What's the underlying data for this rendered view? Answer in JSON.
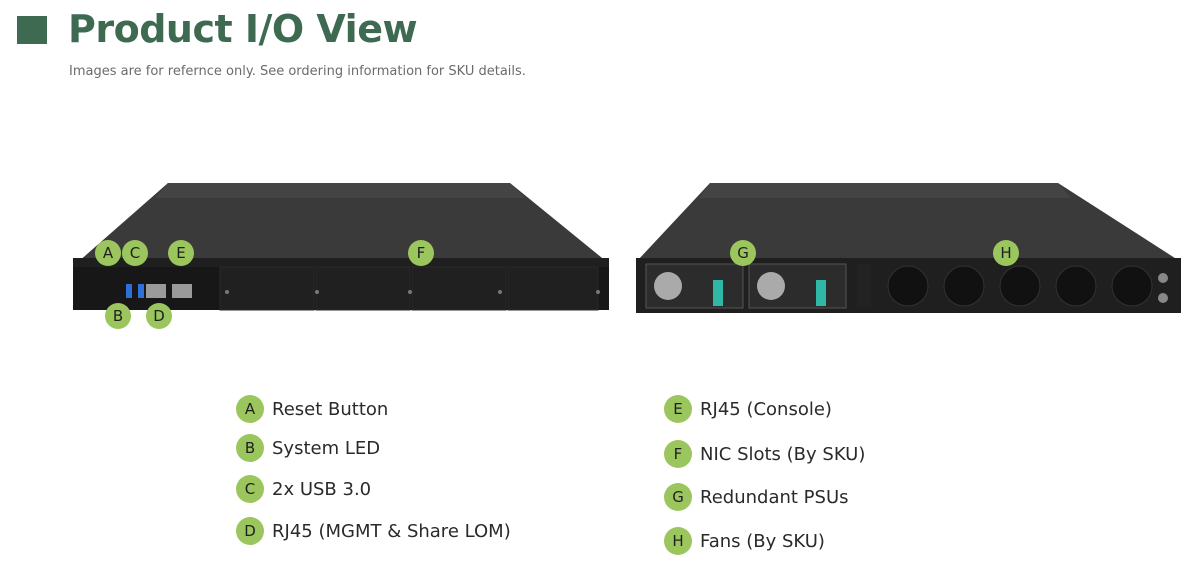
{
  "header": {
    "title": "Product I/O View",
    "subtitle": "Images are for refernce only. See ordering information for SKU details."
  },
  "colors": {
    "brand_green": "#3e6a52",
    "callout_green": "#9bc55d"
  },
  "front_callouts": [
    "A",
    "C",
    "E",
    "F",
    "B",
    "D"
  ],
  "rear_callouts": [
    "G",
    "H"
  ],
  "legend": {
    "left": [
      {
        "letter": "A",
        "label": "Reset Button"
      },
      {
        "letter": "B",
        "label": "System LED"
      },
      {
        "letter": "C",
        "label": "2x USB 3.0"
      },
      {
        "letter": "D",
        "label": "RJ45 (MGMT & Share LOM)"
      }
    ],
    "right": [
      {
        "letter": "E",
        "label": "RJ45 (Console)"
      },
      {
        "letter": "F",
        "label": "NIC Slots (By SKU)"
      },
      {
        "letter": "G",
        "label": "Redundant PSUs"
      },
      {
        "letter": "H",
        "label": "Fans (By SKU)"
      }
    ]
  }
}
